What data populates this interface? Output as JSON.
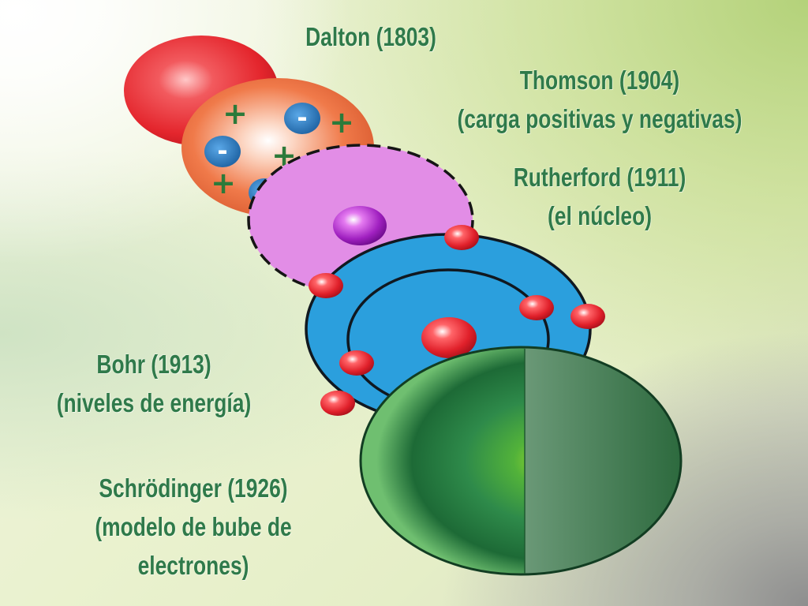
{
  "models": {
    "dalton": {
      "name": "Dalton (1803)"
    },
    "thomson": {
      "name": "Thomson (1904)",
      "note": "(carga positivas y negativas)"
    },
    "rutherford": {
      "name": "Rutherford (1911)",
      "note": "(el núcleo)"
    },
    "bohr": {
      "name": "Bohr (1913)",
      "note": "(niveles de energía)"
    },
    "schrodinger": {
      "name": "Schrödinger (1926)",
      "note_line1": "(modelo de bube de",
      "note_line2": "electrones)"
    }
  },
  "charges": {
    "positive": "+",
    "negative": "-"
  },
  "colors": {
    "label_text": "#2f7a4a",
    "dalton_sphere": "#e8282e",
    "thomson_sphere": "#ea6a3a",
    "positive_charge": "#2c7a3a",
    "negative_charge": "#1f6fb8",
    "rutherford_cloud": "#e48ae8",
    "nucleus_purple": "#a020c0",
    "bohr_disc": "#2b9fdd",
    "electron_red": "#e0202a",
    "schrodinger_sphere": "#2a8a48"
  }
}
